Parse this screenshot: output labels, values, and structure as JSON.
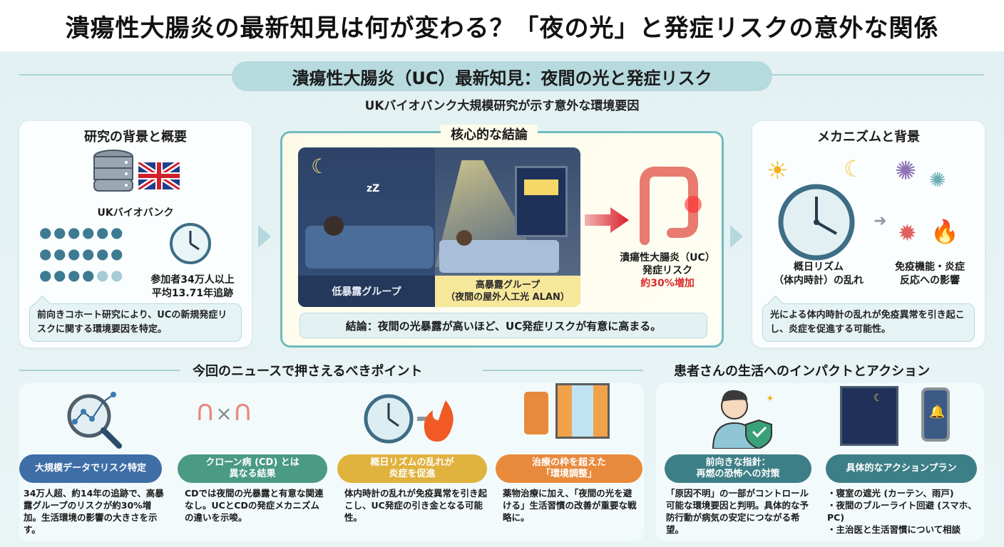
{
  "header": {
    "title": "潰瘍性大腸炎の最新知見は何が変わる？「夜の光」と発症リスクの意外な関係"
  },
  "banner": {
    "title": "潰瘍性大腸炎（UC）最新知見：夜間の光と発症リスク",
    "subtitle": "UKバイオバンク大規模研究が示す意外な環境要因"
  },
  "background_card": {
    "title": "研究の背景と概要",
    "biobank_label": "UKバイオバンク",
    "stats_line1": "参加者34万人以上",
    "stats_line2": "平均13.71年追跡",
    "summary": "前向きコホート研究により、UCの新規発症リスクに関する環境要因を特定。",
    "icons": [
      "database-icon",
      "uk-flag-icon",
      "people-group-icon",
      "clock-icon"
    ]
  },
  "conclusion_card": {
    "title": "核心的な結論",
    "low_group_label": "低暴露グループ",
    "high_group_label": "高暴露グループ",
    "high_group_sub": "（夜間の屋外人工光 ALAN）",
    "outcome_line1": "潰瘍性大腸炎（UC）",
    "outcome_line2": "発症リスク",
    "outcome_line3": "約30%増加",
    "conclusion": "結論：夜間の光暴露が高いほど、UC発症リスクが有意に高まる。",
    "accent_color": "#d92b2b"
  },
  "mechanism_card": {
    "title": "メカニズムと背景",
    "left_label_line1": "概日リズム",
    "left_label_line2": "（体内時計）の乱れ",
    "right_label_line1": "免疫機能・炎症",
    "right_label_line2": "反応への影響",
    "summary": "光による体内時計の乱れが免疫異常を引き起こし、炎症を促進する可能性。"
  },
  "points_section": {
    "heading": "今回のニュースで押さえるべきポイント",
    "items": [
      {
        "badge": "大規模データでリスク特定",
        "badge_color": "#3f6ea6",
        "text": "34万人超、約14年の追跡で、高暴露グループのリスクが約30%増加。生活環境の影響の大きさを示す。",
        "icon": "magnifier-chart-icon"
      },
      {
        "badge_line1": "クローン病 (CD) とは",
        "badge_line2": "異なる結果",
        "badge_color": "#4a9a84",
        "text": "CDでは夜間の光暴露と有意な関連なし。UCとCDの発症メカニズムの違いを示唆。",
        "icon": "intestine-compare-icon"
      },
      {
        "badge_line1": "概日リズムの乱れが",
        "badge_line2": "炎症を促進",
        "badge_color": "#e0b23e",
        "text": "体内時計の乱れが免疫異常を引き起こし、UC発症の引き金となる可能性。",
        "icon": "clock-fire-icon"
      },
      {
        "badge_line1": "治療の枠を超えた",
        "badge_line2": "「環境調整」",
        "badge_color": "#e88a3c",
        "text": "薬物治療に加え、「夜間の光を避ける」生活習慣の改善が重要な戦略に。",
        "icon": "medicine-curtain-icon"
      }
    ]
  },
  "impact_section": {
    "heading": "患者さんの生活へのインパクトとアクション",
    "items": [
      {
        "badge_line1": "前向きな指針：",
        "badge_line2": "再燃の恐怖への対策",
        "badge_color": "#3d7f86",
        "text": "「原因不明」の一部がコントロール可能な環境要因と判明。具体的な予防行動が病気の安定につながる希望。",
        "icon": "person-shield-icon"
      },
      {
        "badge_line1": "具体的なアクションプラン",
        "badge_color": "#3d7f86",
        "bullets": [
          "・寝室の遮光 (カーテン、雨戸)",
          "・夜間のブルーライト回避 (スマホ、PC)",
          "・主治医と生活習慣について相談"
        ],
        "icon": "bedroom-phone-icon"
      }
    ]
  }
}
